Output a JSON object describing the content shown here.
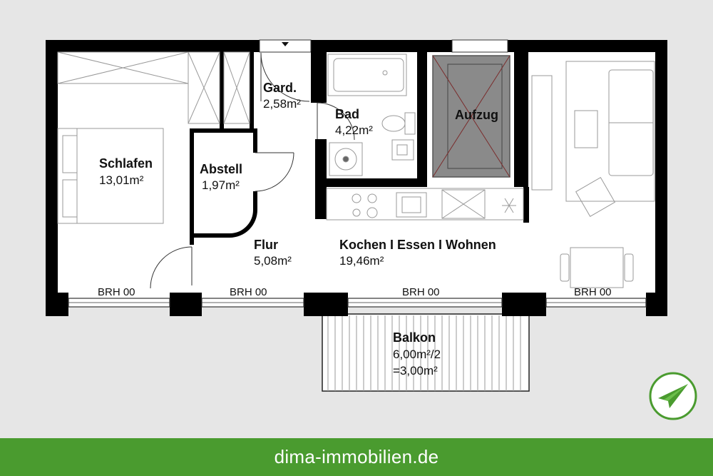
{
  "rooms": {
    "schlafen": {
      "name": "Schlafen",
      "area": "13,01m²"
    },
    "garderobe": {
      "name": "Gard.",
      "area": "2,58m²"
    },
    "bad": {
      "name": "Bad",
      "area": "4,22m²"
    },
    "aufzug": {
      "name": "Aufzug"
    },
    "abstell": {
      "name": "Abstell",
      "area": "1,97m²"
    },
    "flur": {
      "name": "Flur",
      "area": "5,08m²"
    },
    "wohnen": {
      "name": "Kochen I Essen I Wohnen",
      "area": "19,46m²"
    },
    "balkon": {
      "name": "Balkon",
      "area": "6,00m²/2",
      "area_effective": "=3,00m²"
    }
  },
  "windows": {
    "brh_label": "BRH 00"
  },
  "footer": {
    "website": "dima-immobilien.de"
  },
  "logo": {
    "icon": "paper-plane-icon",
    "color": "#4a9b2f"
  },
  "colors": {
    "wall": "#000000",
    "floor": "#ffffff",
    "elevator": "#8a8a8a",
    "brand": "#4a9b2f"
  }
}
